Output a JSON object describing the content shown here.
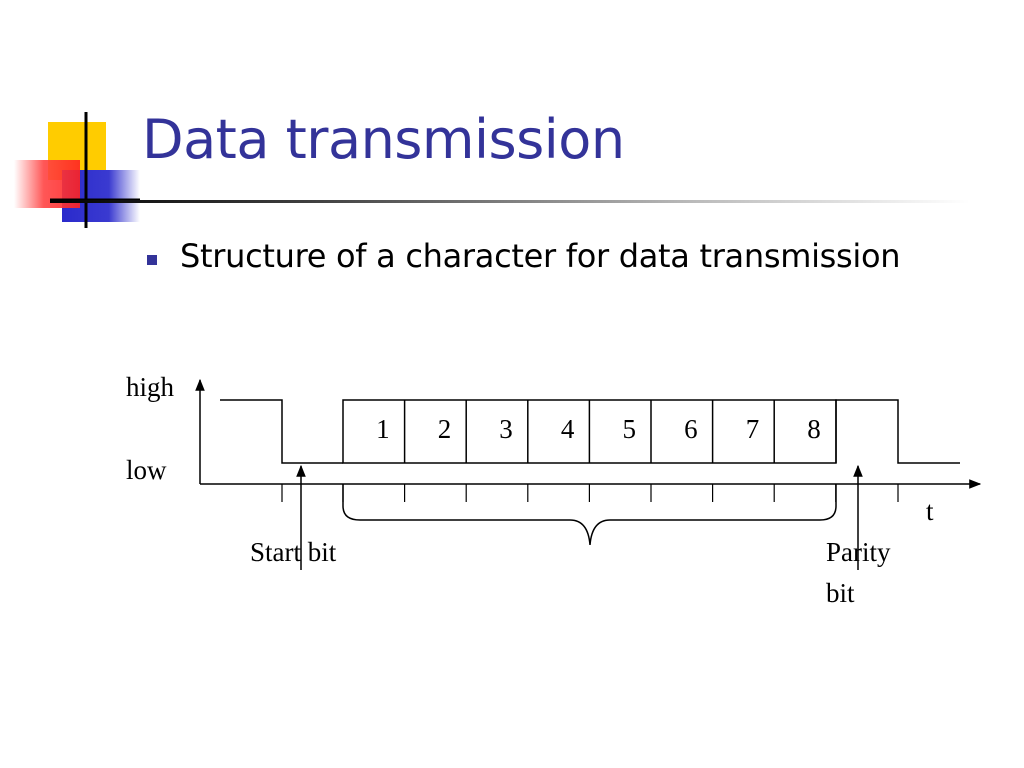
{
  "title": "Data transmission",
  "bullet": "Structure of a character for data transmission",
  "diagram": {
    "y_high_label": "high",
    "y_low_label": "low",
    "x_axis_label": "t",
    "bits": [
      "1",
      "2",
      "3",
      "4",
      "5",
      "6",
      "7",
      "8"
    ],
    "start_bit_label": "Start bit",
    "parity_bit_line1": "Parity",
    "parity_bit_line2": "bit"
  },
  "colors": {
    "title": "#333399",
    "logo_yellow": "#ffcc00",
    "logo_blue": "#3333cc",
    "logo_red": "#ff3333"
  }
}
